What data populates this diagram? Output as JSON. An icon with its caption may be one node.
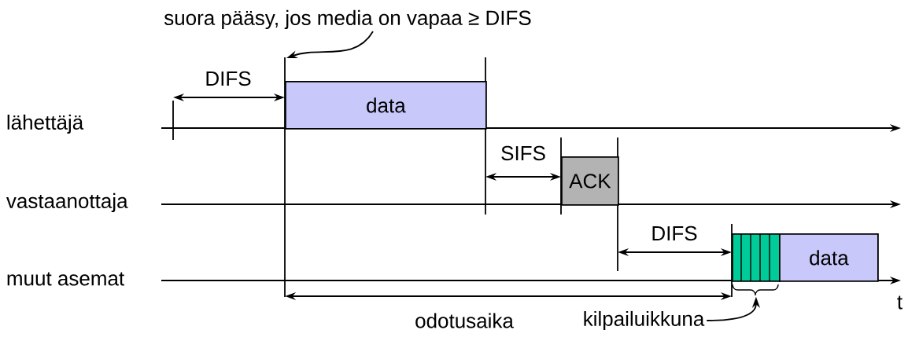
{
  "diagram": {
    "nodes": [
      {
        "text": [
          "suora pääsy, jos media on vapaa ≥ DIFS"
        ]
      },
      {
        "text": [
          "data"
        ]
      },
      {
        "text": [
          "ACK"
        ]
      },
      {
        "text": [],
        "shape": "box"
      },
      {
        "text": [
          "data"
        ]
      },
      {
        "text": [
          "kilpailuikkuna"
        ]
      },
      {
        "text": [],
        "shape": "brace"
      }
    ],
    "edges": [
      {
        "from": 0,
        "to": null,
        "arrow": "to"
      },
      {
        "from": 5,
        "to": 6,
        "arrow": "to"
      }
    ],
    "labels": [
      "lähettäjä",
      "DIFS",
      "SIFS",
      "vastaanottaja",
      "DIFS",
      "muut asemat",
      "t",
      "odotusaika"
    ]
  }
}
